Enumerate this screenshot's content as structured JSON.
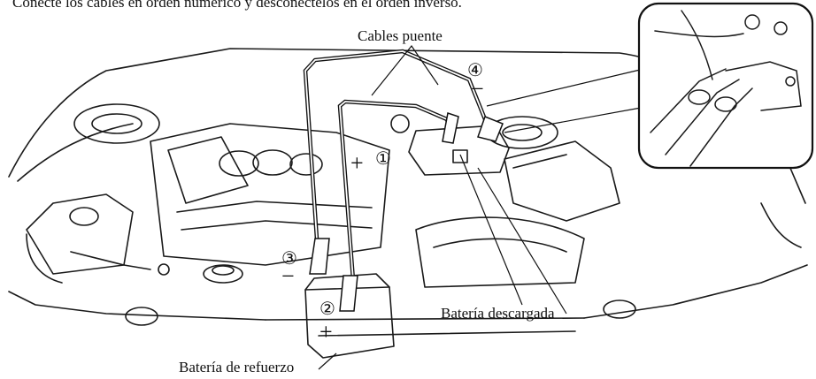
{
  "caption": "Conecte los cables en orden numérico y desconéctelos en el orden inverso.",
  "labels": {
    "jumper_cables": "Cables puente",
    "discharged_battery": "Batería descargada",
    "booster_battery": "Batería de refuerzo"
  },
  "steps": [
    "①",
    "②",
    "③",
    "④"
  ],
  "polarity": {
    "positive": "+",
    "negative": "−"
  }
}
